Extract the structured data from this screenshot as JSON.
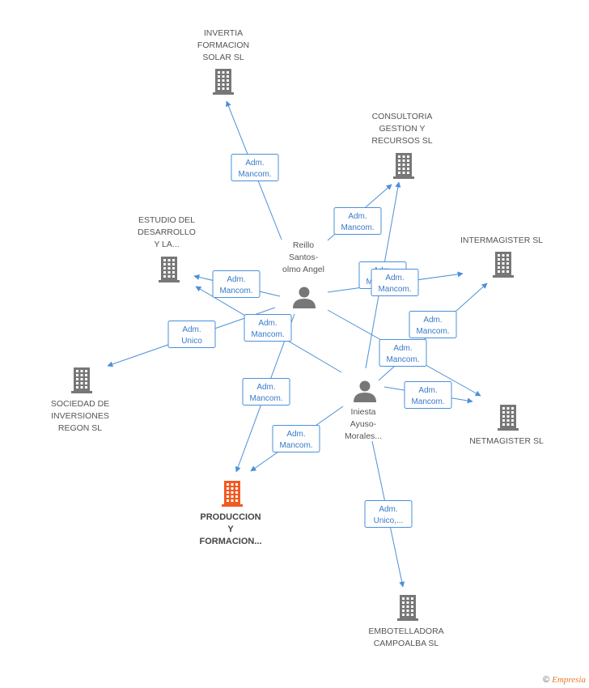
{
  "nodes": [
    {
      "id": "invertia",
      "type": "company",
      "label": [
        "INVERTIA",
        "FORMACION",
        "SOLAR SL"
      ],
      "color": "#777777"
    },
    {
      "id": "consultoria",
      "type": "company",
      "label": [
        "CONSULTORIA",
        "GESTION Y",
        "RECURSOS SL"
      ],
      "color": "#777777"
    },
    {
      "id": "estudio",
      "type": "company",
      "label": [
        "ESTUDIO DEL",
        "DESARROLLO",
        "Y LA..."
      ],
      "color": "#777777"
    },
    {
      "id": "intermagister",
      "type": "company",
      "label": [
        "INTERMAGISTER SL"
      ],
      "color": "#777777"
    },
    {
      "id": "sociedad",
      "type": "company",
      "label": [
        "SOCIEDAD DE",
        "INVERSIONES",
        "REGON SL"
      ],
      "color": "#777777"
    },
    {
      "id": "netmagister",
      "type": "company",
      "label": [
        "NETMAGISTER SL"
      ],
      "color": "#777777"
    },
    {
      "id": "produccion",
      "type": "company",
      "label": [
        "PRODUCCION",
        "Y",
        "FORMACION..."
      ],
      "color": "#f15a22",
      "highlight": true
    },
    {
      "id": "embotelladora",
      "type": "company",
      "label": [
        "EMBOTELLADORA",
        "CAMPOALBA SL"
      ],
      "color": "#777777"
    },
    {
      "id": "reillo",
      "type": "person",
      "label": [
        "Reillo",
        "Santos-",
        "olmo Angel"
      ],
      "color": "#777777"
    },
    {
      "id": "iniesta",
      "type": "person",
      "label": [
        "Iniesta",
        "Ayuso-",
        "Morales..."
      ],
      "color": "#777777"
    }
  ],
  "edges": [
    {
      "from": "reillo",
      "to": "invertia",
      "label": [
        "Adm.",
        "Mancom."
      ]
    },
    {
      "from": "reillo",
      "to": "consultoria",
      "label": [
        "Adm.",
        "Mancom."
      ]
    },
    {
      "from": "reillo",
      "to": "estudio",
      "label": [
        "Adm.",
        "Mancom."
      ]
    },
    {
      "from": "reillo",
      "to": "intermagister",
      "label": [
        "Adm.",
        "Mancom."
      ]
    },
    {
      "from": "reillo",
      "to": "sociedad",
      "label": [
        "Adm.",
        "Unico"
      ]
    },
    {
      "from": "reillo",
      "to": "netmagister",
      "label": [
        "Adm.",
        "Mancom."
      ]
    },
    {
      "from": "reillo",
      "to": "produccion",
      "label": [
        "Adm.",
        "Mancom."
      ]
    },
    {
      "from": "iniesta",
      "to": "consultoria",
      "label": [
        "Adm.",
        "Mancom."
      ]
    },
    {
      "from": "iniesta",
      "to": "estudio",
      "label": [
        "Adm.",
        "Mancom."
      ]
    },
    {
      "from": "iniesta",
      "to": "intermagister",
      "label": [
        "Adm.",
        "Mancom."
      ]
    },
    {
      "from": "iniesta",
      "to": "netmagister",
      "label": [
        "Adm.",
        "Mancom."
      ]
    },
    {
      "from": "iniesta",
      "to": "produccion",
      "label": [
        "Adm.",
        "Mancom."
      ]
    },
    {
      "from": "iniesta",
      "to": "embotelladora",
      "label": [
        "Adm.",
        "Unico,..."
      ]
    }
  ],
  "footer": {
    "copyright": "©",
    "brand": "Empresia"
  }
}
